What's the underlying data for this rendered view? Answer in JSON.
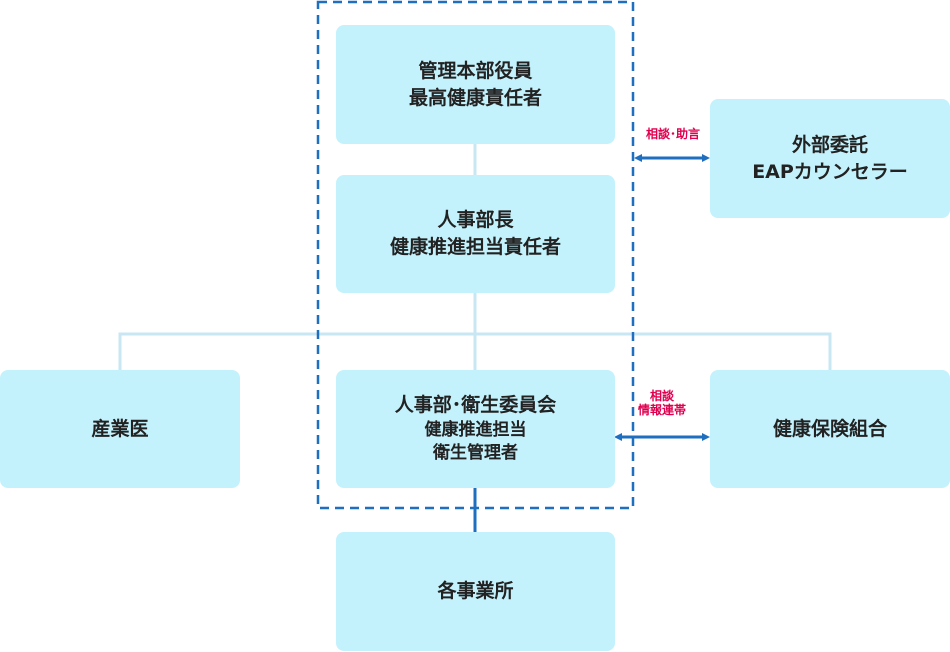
{
  "boxes": {
    "top": {
      "line1": "管理本部役員",
      "line2": "最高健康責任者"
    },
    "hr": {
      "line1": "人事部長",
      "line2": "健康推進担当責任者"
    },
    "committee": {
      "line1": "人事部･衛生委員会",
      "line2": "健康推進担当",
      "line3": "衛生管理者"
    },
    "doctor": {
      "label": "産業医"
    },
    "eap": {
      "line1": "外部委託",
      "line2": "EAPカウンセラー"
    },
    "insurance": {
      "label": "健康保険組合"
    },
    "offices": {
      "label": "各事業所"
    }
  },
  "labels": {
    "eap_link": "相談･助言",
    "insurance_link_1": "相談",
    "insurance_link_2": "情報連帯"
  },
  "colors": {
    "box_fill": "#c4f2fc",
    "connector": "#c9e6f3",
    "dashed_border": "#1e6fc0",
    "arrow": "#1e6fc0",
    "link_label": "#e0004f"
  }
}
